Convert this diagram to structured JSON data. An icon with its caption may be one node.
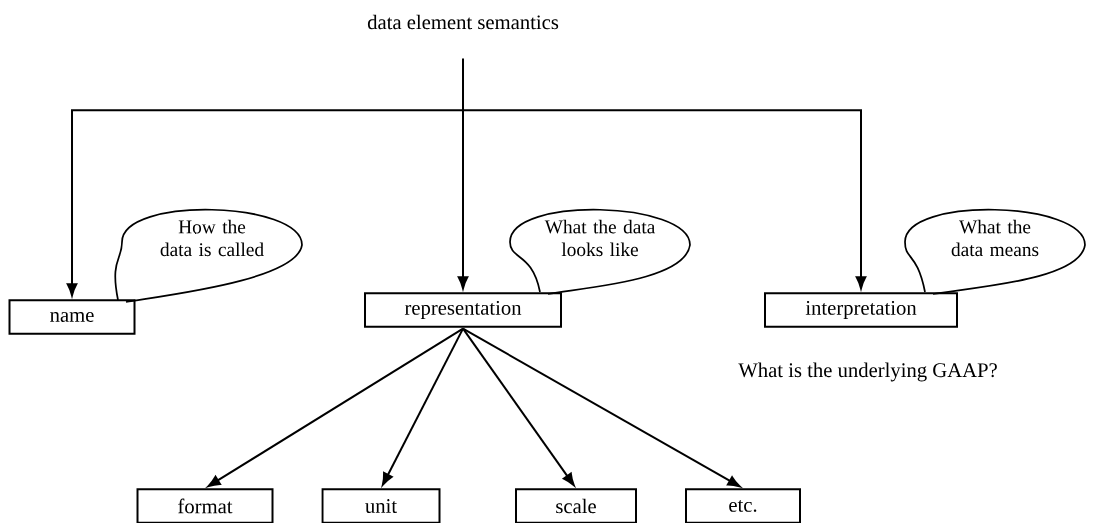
{
  "diagram": {
    "nodes": [
      {
        "text": [
          "data element semantics"
        ]
      },
      {
        "text": [
          "name"
        ]
      },
      {
        "text": [
          "representation"
        ]
      },
      {
        "text": [
          "interpretation"
        ]
      },
      {
        "text": [
          "format"
        ]
      },
      {
        "text": [
          "unit"
        ]
      },
      {
        "text": [
          "scale"
        ]
      },
      {
        "text": [
          "etc."
        ]
      },
      {
        "text": [
          "How the data is called"
        ]
      },
      {
        "text": [
          "What the data looks like"
        ]
      },
      {
        "text": [
          "What the data means"
        ]
      }
    ],
    "edges": [
      {
        "from": 0,
        "to": 1,
        "arrow": "to"
      },
      {
        "from": 0,
        "to": 2,
        "arrow": "to"
      },
      {
        "from": 0,
        "to": 3,
        "arrow": "to"
      },
      {
        "from": 2,
        "to": 4,
        "arrow": "to"
      },
      {
        "from": 2,
        "to": 5,
        "arrow": "to"
      },
      {
        "from": 2,
        "to": 6,
        "arrow": "to"
      },
      {
        "from": 2,
        "to": 7,
        "arrow": "to"
      }
    ],
    "labels": [
      "What is the underlying GAAP?"
    ]
  }
}
